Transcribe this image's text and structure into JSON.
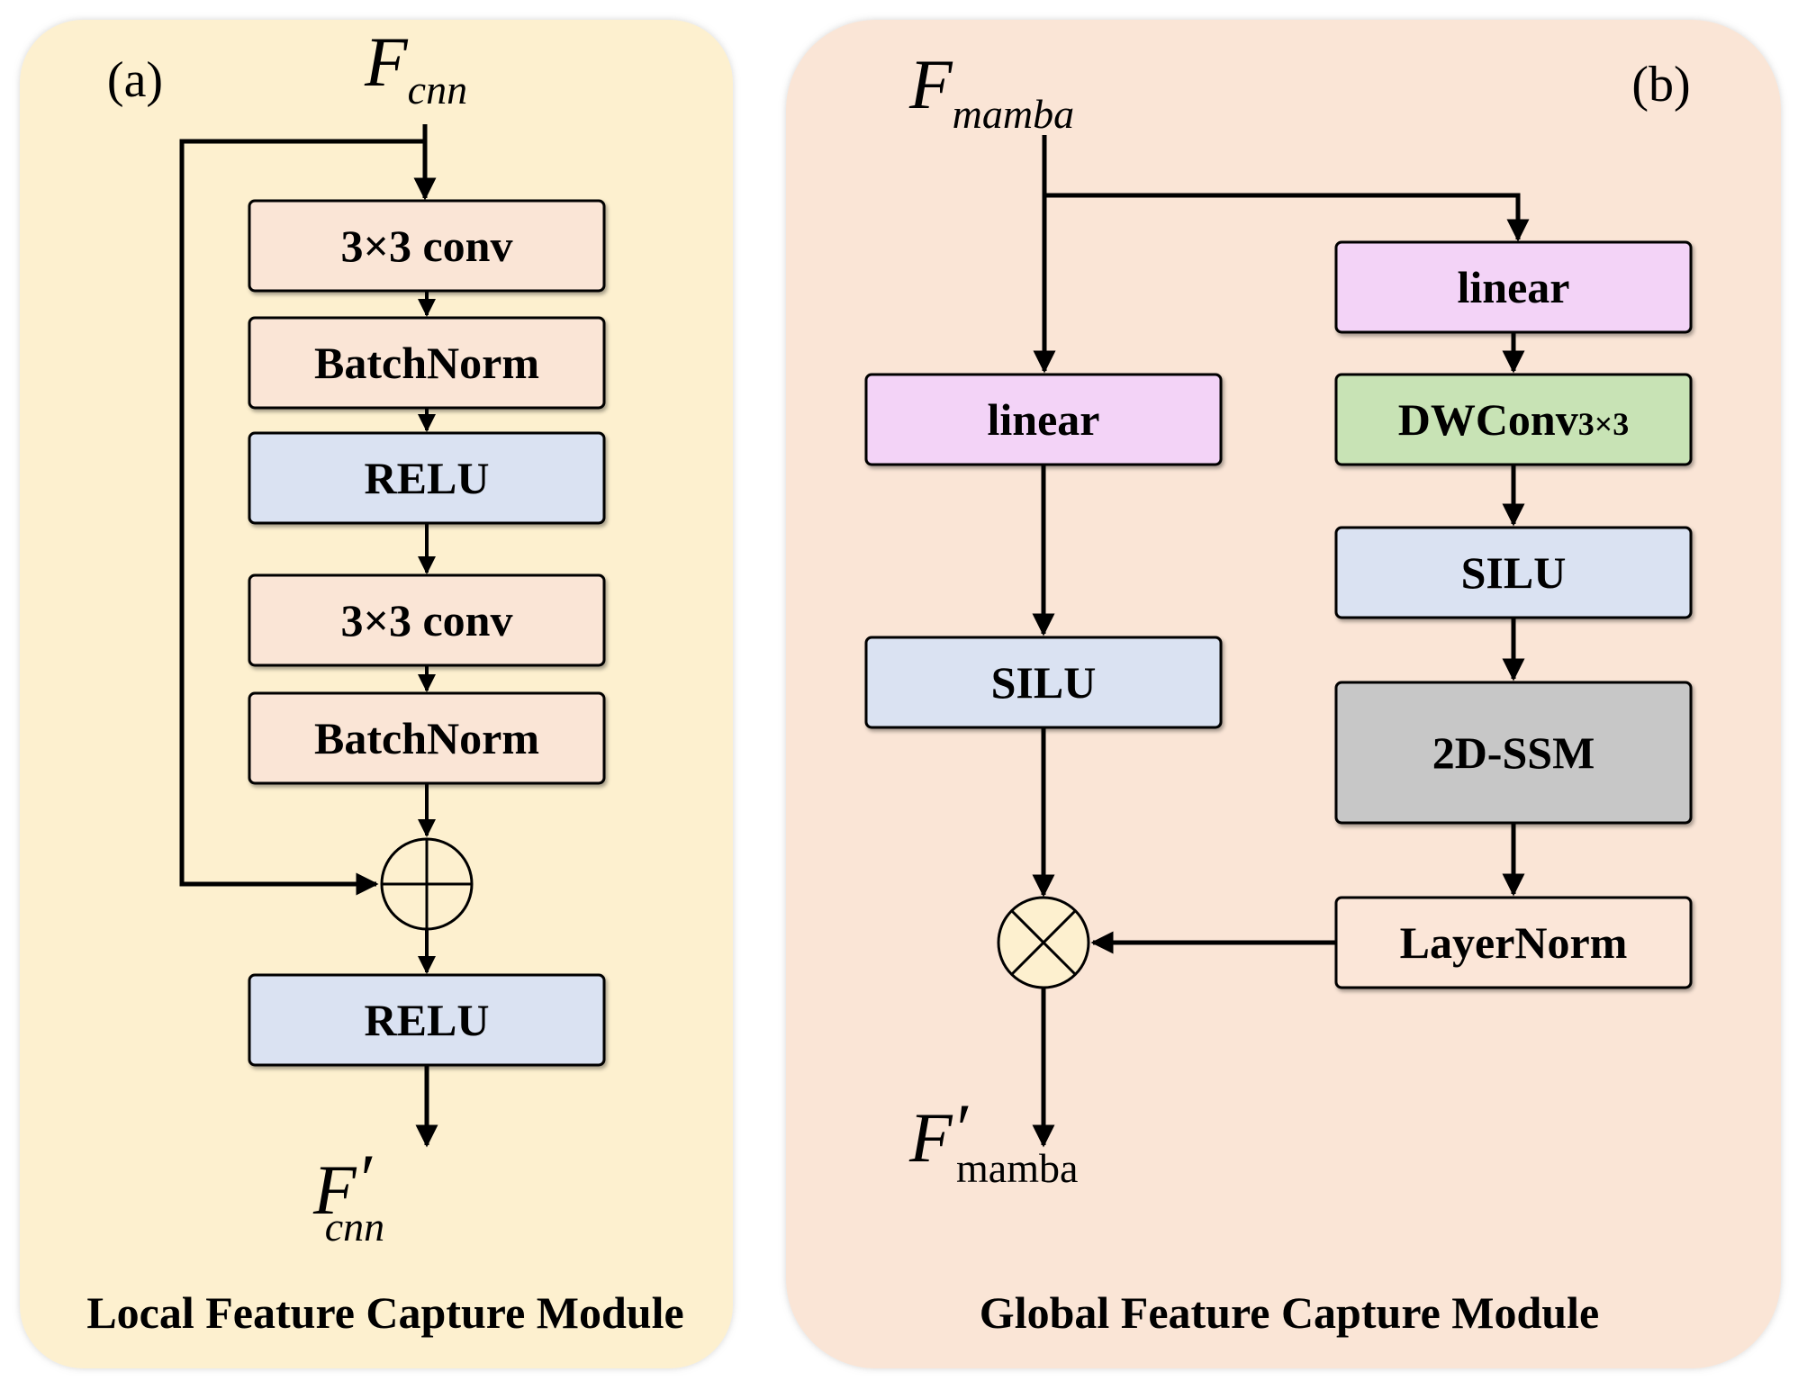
{
  "panel_a": {
    "label": "(a)",
    "caption": "Local Feature Capture Module",
    "input": {
      "base": "F",
      "sub": "cnn"
    },
    "output": {
      "base": "F",
      "prime": "′",
      "sub": "cnn"
    },
    "blocks": [
      "3×3 conv",
      "BatchNorm",
      "RELU",
      "3×3 conv",
      "BatchNorm",
      "RELU"
    ],
    "op": "⊕"
  },
  "panel_b": {
    "label": "(b)",
    "caption": "Global Feature Capture Module",
    "input": {
      "base": "F",
      "sub": "mamba"
    },
    "output": {
      "base": "F",
      "prime": "′",
      "sub": "mamba"
    },
    "left_blocks": [
      "linear",
      "SILU"
    ],
    "right_blocks": [
      "linear",
      "DWConv",
      "SILU",
      "2D-SSM",
      "LayerNorm"
    ],
    "dwconv_sub": "3×3",
    "op": "⊗"
  },
  "colors": {
    "panel_a_bg": "#fdf0cf",
    "panel_b_bg": "#fae5d6",
    "conv": "#fae5d6",
    "relu": "#dae2f2",
    "linear": "#f3d3f7",
    "dwconv": "#c8e3b5",
    "ssm": "#c7c7c7",
    "layernorm": "#fbe6d8",
    "multiply_fill": "#fdf0cf"
  }
}
